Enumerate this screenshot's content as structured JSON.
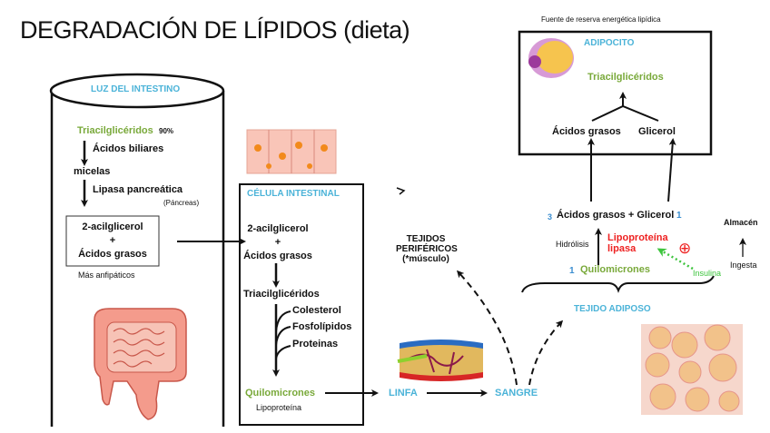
{
  "title": {
    "main": "DEGRADACIÓN DE LÍPIDOS",
    "suffix": "(dieta)"
  },
  "lumen": {
    "header": "LUZ DEL INTESTINO",
    "tag": "Triacilglicéridos",
    "tag_pct": "90%",
    "bile": "Ácidos biliares",
    "micelles": "micelas",
    "lipase": "Lipasa pancreática",
    "lipase_source": "(Páncreas)",
    "product_line1": "2-acilglicerol",
    "product_plus": "+",
    "product_line2": "Ácidos grasos",
    "product_note": "Más anfipáticos"
  },
  "cell": {
    "header": "CÉLULA INTESTINAL",
    "in_line1": "2-acilglicerol",
    "in_plus": "+",
    "in_line2": "Ácidos grasos",
    "tag": "Triacilglicéridos",
    "additions": [
      "Colesterol",
      "Fosfolípidos",
      "Proteinas"
    ],
    "chylo": "Quilomicrones",
    "chylo_note": "Lipoproteína"
  },
  "flow": {
    "lymph": "LINFA",
    "blood": "SANGRE"
  },
  "peripheral": {
    "line1": "TEJIDOS",
    "line2": "PERIFÉRICOS",
    "line3": "(*músculo)"
  },
  "adipocyte": {
    "caption": "Fuente de reserva energética lipídica",
    "header": "ADIPOCITO",
    "tag": "Triacilglicéridos",
    "fatty_acids": "Ácidos grasos",
    "glycerol": "Glicerol"
  },
  "adipose": {
    "fa_count": "3",
    "products": "Ácidos grasos + Glicerol",
    "glycerol_count": "1",
    "hydrolysis": "Hidrólisis",
    "enzyme_line1": "Lipoproteína",
    "enzyme_line2": "lipasa",
    "chylo_count": "1",
    "chylo": "Quilomicrones",
    "activator_symbol": "⊕",
    "activator": "Insulina",
    "storage": "Almacén",
    "intake": "Ingesta",
    "label": "TEJIDO ADIPOSO"
  },
  "colors": {
    "blue": "#4bb3d8",
    "green": "#79a93a",
    "red": "#ee2222",
    "insulin": "#3ec43e"
  }
}
